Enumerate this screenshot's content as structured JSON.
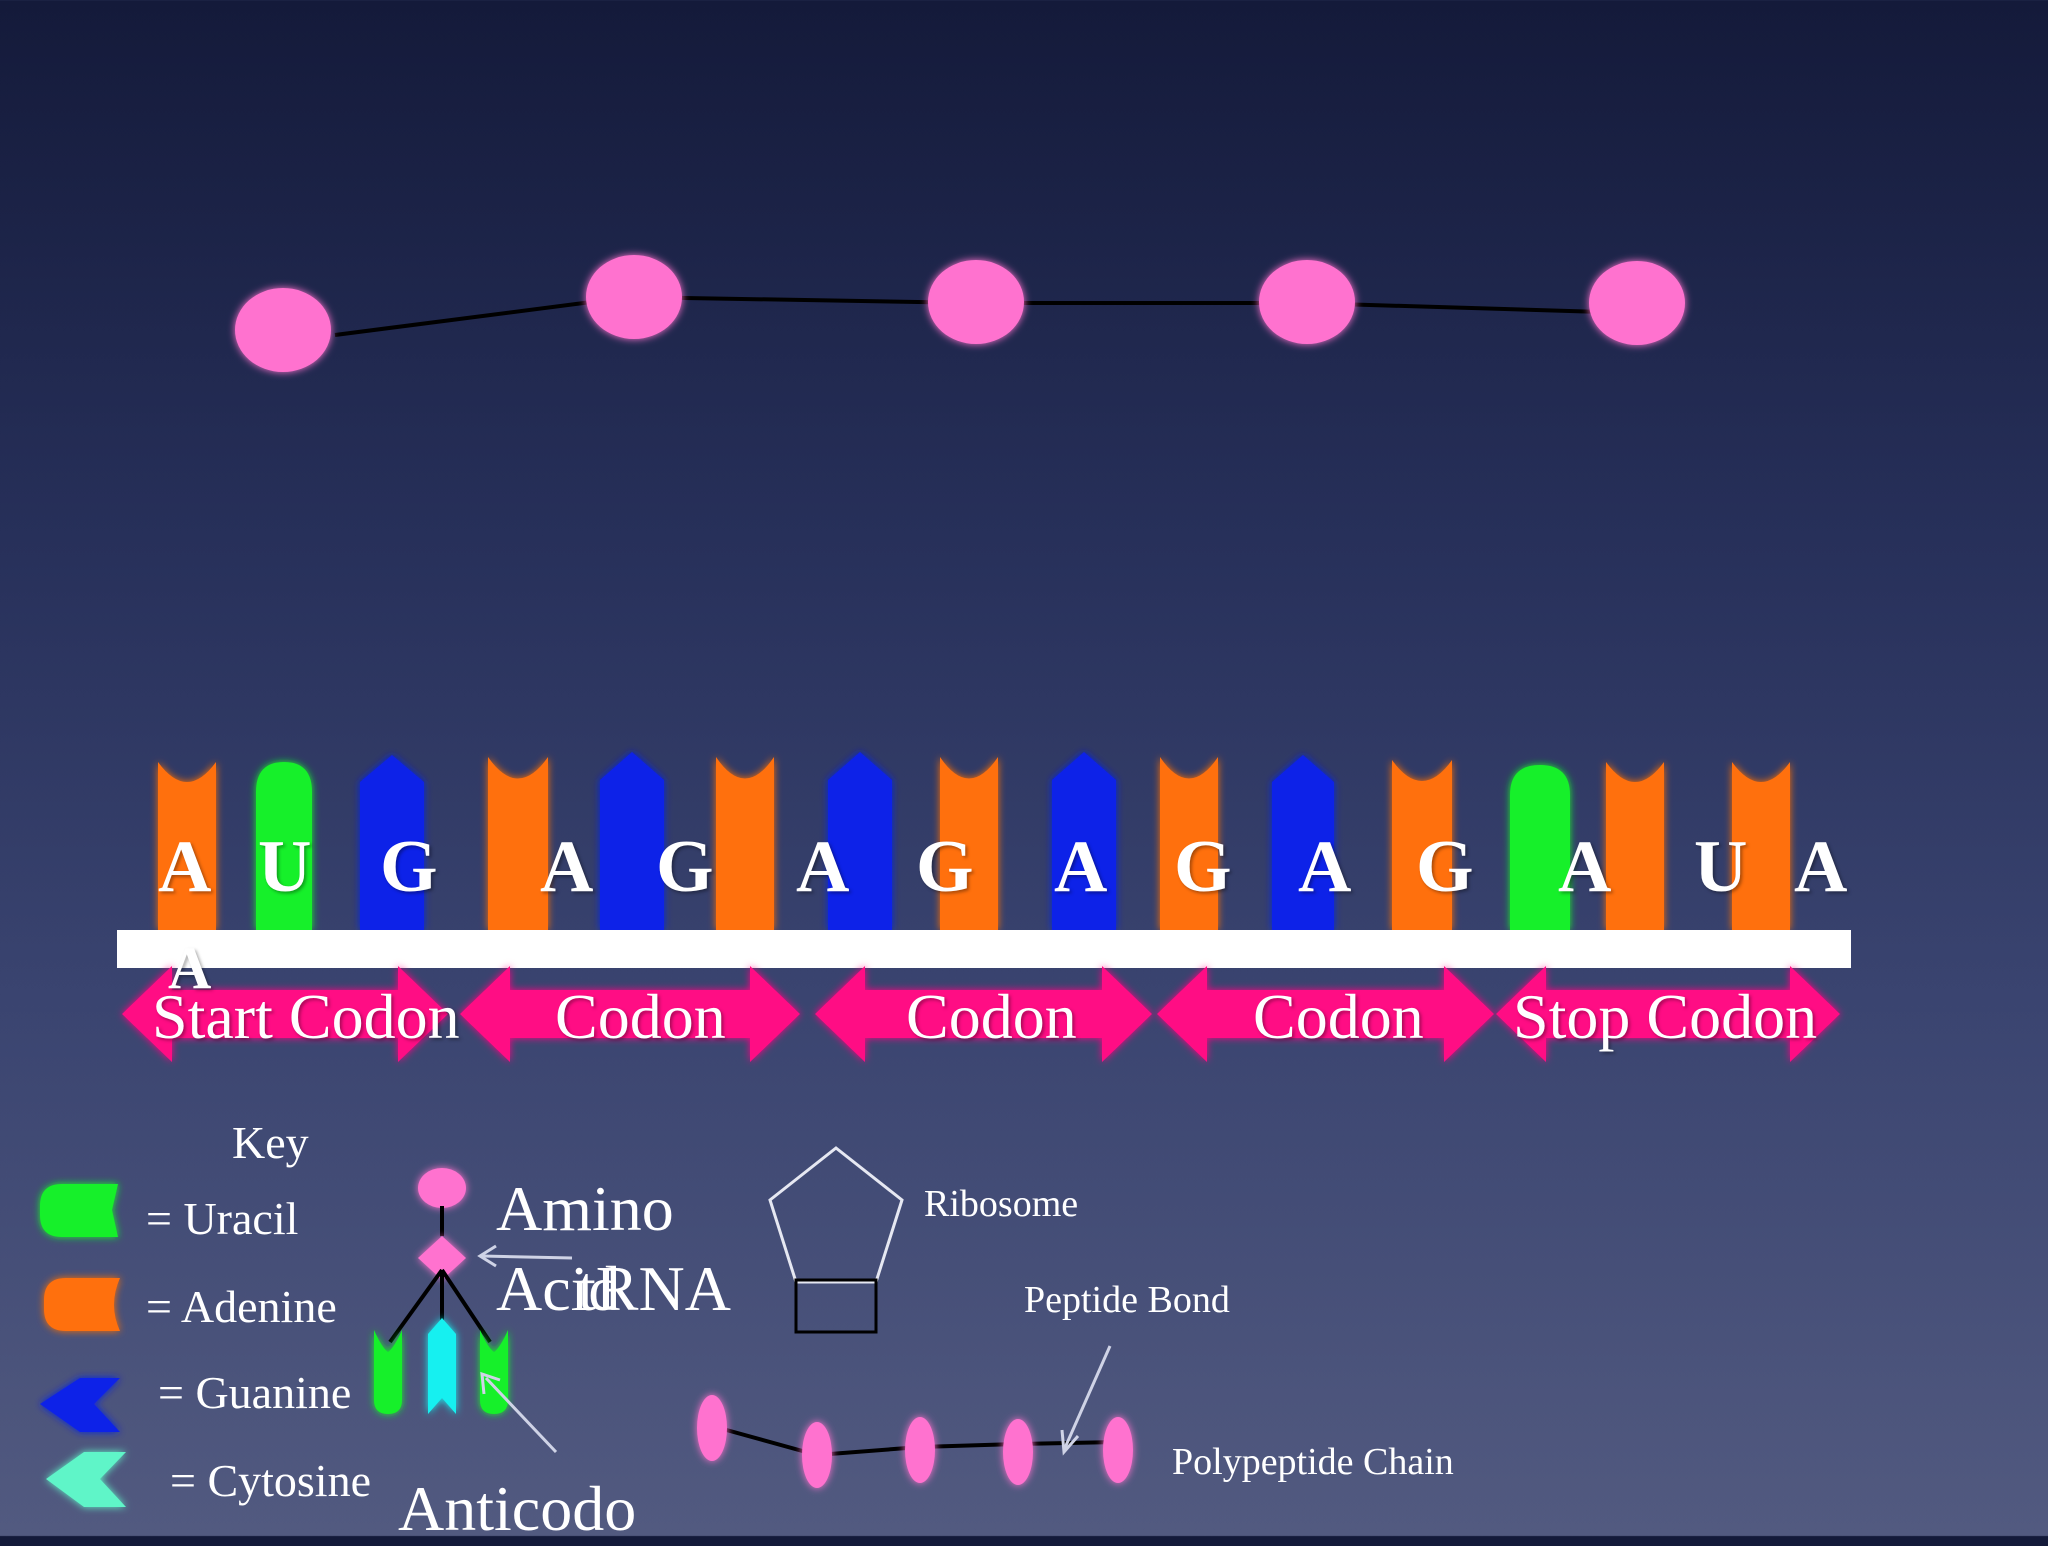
{
  "mrna": {
    "bases": [
      "A",
      "U",
      "G",
      "A",
      "G",
      "A",
      "G",
      "A",
      "G",
      "A",
      "G",
      "A",
      "U",
      "A"
    ],
    "stray_letter": "A"
  },
  "codons": {
    "start": "Start Codon",
    "c1": "Codon",
    "c2": "Codon",
    "c3": "Codon",
    "stop": "Stop Codon"
  },
  "key": {
    "title": "Key",
    "uracil": "= Uracil",
    "adenine": "= Adenine",
    "guanine": "= Guanine",
    "cytosine": "= Cytosine"
  },
  "trna": {
    "amino_line1": "Amino",
    "amino_line2": "Acid",
    "trna_label": "tRNA",
    "anticodon": "Anticodo"
  },
  "ribosome": {
    "label": "Ribosome"
  },
  "peptide": {
    "bond_label": "Peptide Bond",
    "chain_label": "Polypeptide Chain"
  },
  "colors": {
    "uracil": "#19f02a",
    "adenine": "#ff6f0e",
    "guanine": "#1020e8",
    "cytosine": "#5ff5c8",
    "codon_arrow": "#ff0d84",
    "amino_acid": "#ff72cf",
    "background_top": "#141a3a",
    "background_bottom": "#525a80"
  }
}
